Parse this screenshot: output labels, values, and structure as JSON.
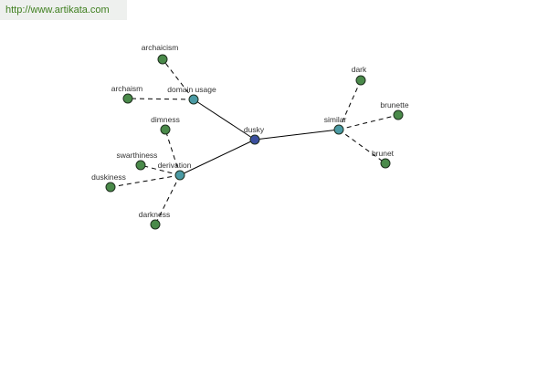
{
  "banner": {
    "url": "http://www.artikata.com"
  },
  "colors": {
    "center": "#3b4f9f",
    "hub": "#4a9aa4",
    "leaf": "#4a8a4a"
  },
  "nodes": {
    "dusky": {
      "label": "dusky",
      "kind": "center"
    },
    "domain_usage": {
      "label": "domain usage",
      "kind": "hub"
    },
    "derivation": {
      "label": "derivation",
      "kind": "hub"
    },
    "similar": {
      "label": "similar",
      "kind": "hub"
    },
    "archaicism": {
      "label": "archaicism",
      "kind": "leaf"
    },
    "archaism": {
      "label": "archaism",
      "kind": "leaf"
    },
    "dimness": {
      "label": "dimness",
      "kind": "leaf"
    },
    "swarthiness": {
      "label": "swarthiness",
      "kind": "leaf"
    },
    "duskiness": {
      "label": "duskiness",
      "kind": "leaf"
    },
    "darkness": {
      "label": "darkness",
      "kind": "leaf"
    },
    "dark": {
      "label": "dark",
      "kind": "leaf"
    },
    "brunette": {
      "label": "brunette",
      "kind": "leaf"
    },
    "brunet": {
      "label": "brunet",
      "kind": "leaf"
    }
  }
}
